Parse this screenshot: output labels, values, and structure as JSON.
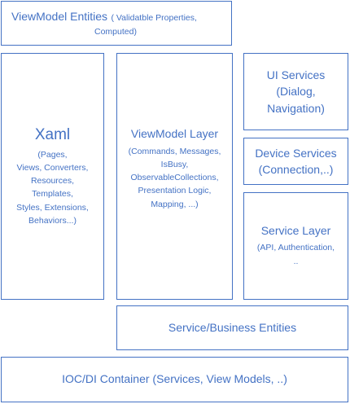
{
  "entities": {
    "title": "ViewModel Entities",
    "detail_part1": "( Validatble Properties,",
    "detail_part2": "Computed)"
  },
  "xaml": {
    "title": "Xaml",
    "details": [
      "(Pages,",
      "Views, Converters,",
      "Resources,",
      "Templates,",
      "Styles, Extensions,",
      "Behaviors...)"
    ]
  },
  "viewmodel_layer": {
    "title": "ViewModel Layer",
    "details": [
      "(Commands, Messages,",
      "IsBusy,",
      "ObservableCollections,",
      "Presentation Logic,",
      "Mapping, ...)"
    ]
  },
  "ui_services": {
    "lines": [
      "UI Services",
      "(Dialog,",
      "Navigation)"
    ]
  },
  "device_services": {
    "lines": [
      "Device Services",
      "(Connection,..)"
    ]
  },
  "service_layer": {
    "title": "Service Layer",
    "details": [
      "(API, Authentication,",
      ".."
    ]
  },
  "business_entities": {
    "title": "Service/Business Entities"
  },
  "ioc": {
    "title": "IOC/DI Container (Services, View Models, ..)"
  },
  "colors": {
    "border": "#4472c4",
    "text": "#4472c4",
    "background": "#ffffff"
  }
}
